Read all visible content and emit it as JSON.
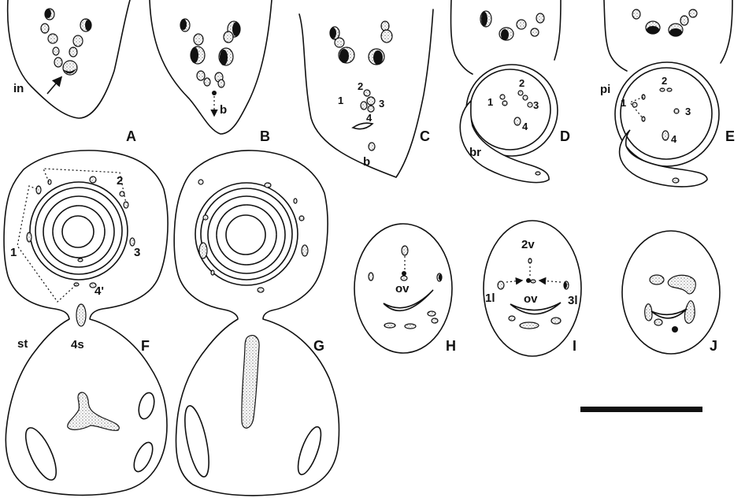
{
  "panel_a": {
    "letter": "A",
    "in": "in"
  },
  "panel_b": {
    "letter": "B",
    "b": "b"
  },
  "panel_c": {
    "letter": "C",
    "n1": "1",
    "n2": "2",
    "n3": "3",
    "n4": "4",
    "b": "b"
  },
  "panel_d": {
    "letter": "D",
    "n1": "1",
    "n2": "2",
    "n3": "3",
    "n4": "4",
    "br": "br"
  },
  "panel_e": {
    "letter": "E",
    "pi": "pi",
    "n1": "1",
    "n2": "2",
    "n3": "3",
    "n4": "4"
  },
  "panel_f": {
    "letter": "F",
    "n1": "1",
    "n2": "2",
    "n3": "3",
    "n4p": "4'",
    "st": "st",
    "n4s": "4s"
  },
  "panel_g": {
    "letter": "G"
  },
  "panel_h": {
    "letter": "H",
    "ov": "ov"
  },
  "panel_i": {
    "letter": "I",
    "v2": "2v",
    "l1": "1l",
    "ov": "ov",
    "l3": "3l"
  },
  "panel_j": {
    "letter": "J"
  }
}
